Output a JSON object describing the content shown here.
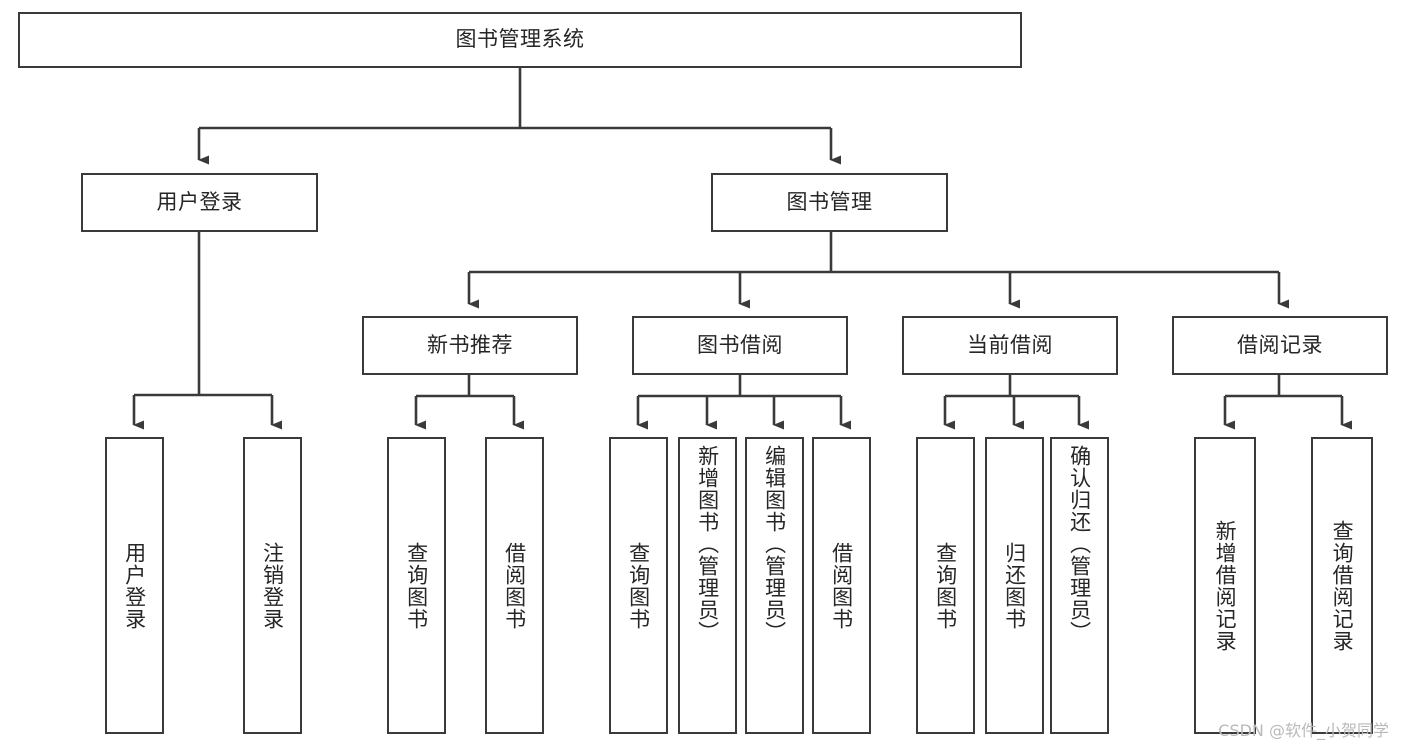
{
  "diagram": {
    "type": "tree-hierarchy",
    "title": "图书管理系统",
    "orientation": "top-down",
    "colors": {
      "box_border": "#3a3a3a",
      "box_fill": "#ffffff",
      "connector": "#3a3a3a",
      "text": "#262626",
      "watermark": "#b9b9b9"
    },
    "root": {
      "id": "root",
      "label": "图书管理系统",
      "text_orientation": "horizontal"
    },
    "level2": [
      {
        "id": "user-login",
        "label": "用户登录",
        "text_orientation": "horizontal"
      },
      {
        "id": "book-manage",
        "label": "图书管理",
        "text_orientation": "horizontal"
      }
    ],
    "level3": [
      {
        "id": "new-book-recommend",
        "label": "新书推荐",
        "parent": "book-manage",
        "text_orientation": "horizontal"
      },
      {
        "id": "book-borrow",
        "label": "图书借阅",
        "parent": "book-manage",
        "text_orientation": "horizontal"
      },
      {
        "id": "current-borrow",
        "label": "当前借阅",
        "parent": "book-manage",
        "text_orientation": "horizontal"
      },
      {
        "id": "borrow-record",
        "label": "借阅记录",
        "parent": "book-manage",
        "text_orientation": "horizontal"
      }
    ],
    "leaves": [
      {
        "id": "leaf-user-login",
        "label": "用户登录",
        "parent": "user-login",
        "text_orientation": "vertical"
      },
      {
        "id": "leaf-user-logout",
        "label": "注销登录",
        "parent": "user-login",
        "text_orientation": "vertical"
      },
      {
        "id": "leaf-query-book-1",
        "label": "查询图书",
        "parent": "new-book-recommend",
        "text_orientation": "vertical"
      },
      {
        "id": "leaf-borrow-book-1",
        "label": "借阅图书",
        "parent": "new-book-recommend",
        "text_orientation": "vertical"
      },
      {
        "id": "leaf-query-book-2",
        "label": "查询图书",
        "parent": "book-borrow",
        "text_orientation": "vertical"
      },
      {
        "id": "leaf-add-book",
        "label": "新增图书（管理员）",
        "parent": "book-borrow",
        "text_orientation": "vertical"
      },
      {
        "id": "leaf-edit-book",
        "label": "编辑图书（管理员）",
        "parent": "book-borrow",
        "text_orientation": "vertical"
      },
      {
        "id": "leaf-borrow-book-2",
        "label": "借阅图书",
        "parent": "book-borrow",
        "text_orientation": "vertical"
      },
      {
        "id": "leaf-query-book-3",
        "label": "查询图书",
        "parent": "current-borrow",
        "text_orientation": "vertical"
      },
      {
        "id": "leaf-return-book",
        "label": "归还图书",
        "parent": "current-borrow",
        "text_orientation": "vertical"
      },
      {
        "id": "leaf-confirm-return",
        "label": "确认归还（管理员）",
        "parent": "current-borrow",
        "text_orientation": "vertical"
      },
      {
        "id": "leaf-add-record",
        "label": "新增借阅记录",
        "parent": "borrow-record",
        "text_orientation": "vertical"
      },
      {
        "id": "leaf-query-record",
        "label": "查询借阅记录",
        "parent": "borrow-record",
        "text_orientation": "vertical"
      }
    ],
    "watermark": "CSDN @软件_小贺同学"
  }
}
